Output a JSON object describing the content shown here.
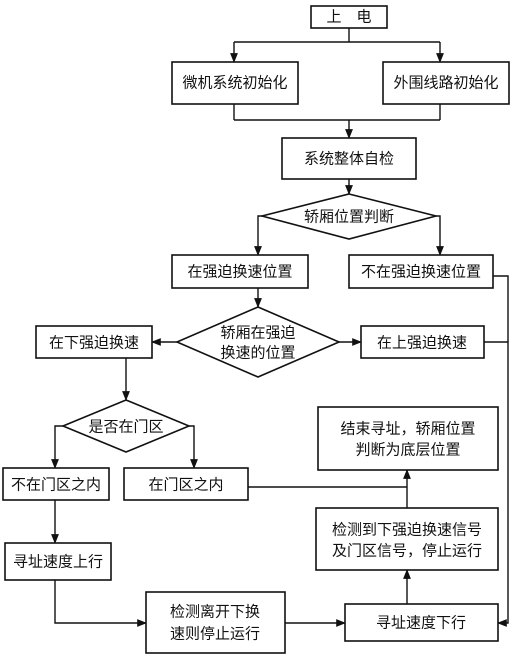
{
  "nodes": {
    "power_on": "上　电",
    "mcu_init": "微机系统初始化",
    "peripheral_init": "外围线路初始化",
    "self_test": "系统整体自检",
    "car_position_judge": "轿厢位置判断",
    "in_forced_decel": "在强迫换速位置",
    "not_in_forced_decel": "不在强迫换速位置",
    "at_lower_forced": "在下强迫换速",
    "car_at_decel_pos_line1": "轿厢在强迫",
    "car_at_decel_pos_line2": "换速的位置",
    "at_upper_forced": "在上强迫换速",
    "in_door_zone_q": "是否在门区",
    "not_in_door_zone": "不在门区之内",
    "in_door_zone": "在门区之内",
    "end_search_line1": "结束寻址，轿厢位置",
    "end_search_line2": "判断为底层位置",
    "detect_signals_line1": "检测到下强迫换速信号",
    "detect_signals_line2": "及门区信号，停止运行",
    "search_up": "寻址速度上行",
    "detect_leave_line1": "检测离开下换",
    "detect_leave_line2": "速则停止运行",
    "search_down": "寻址速度下行"
  },
  "colors": {
    "stroke": "#111111",
    "fill": "#ffffff"
  }
}
